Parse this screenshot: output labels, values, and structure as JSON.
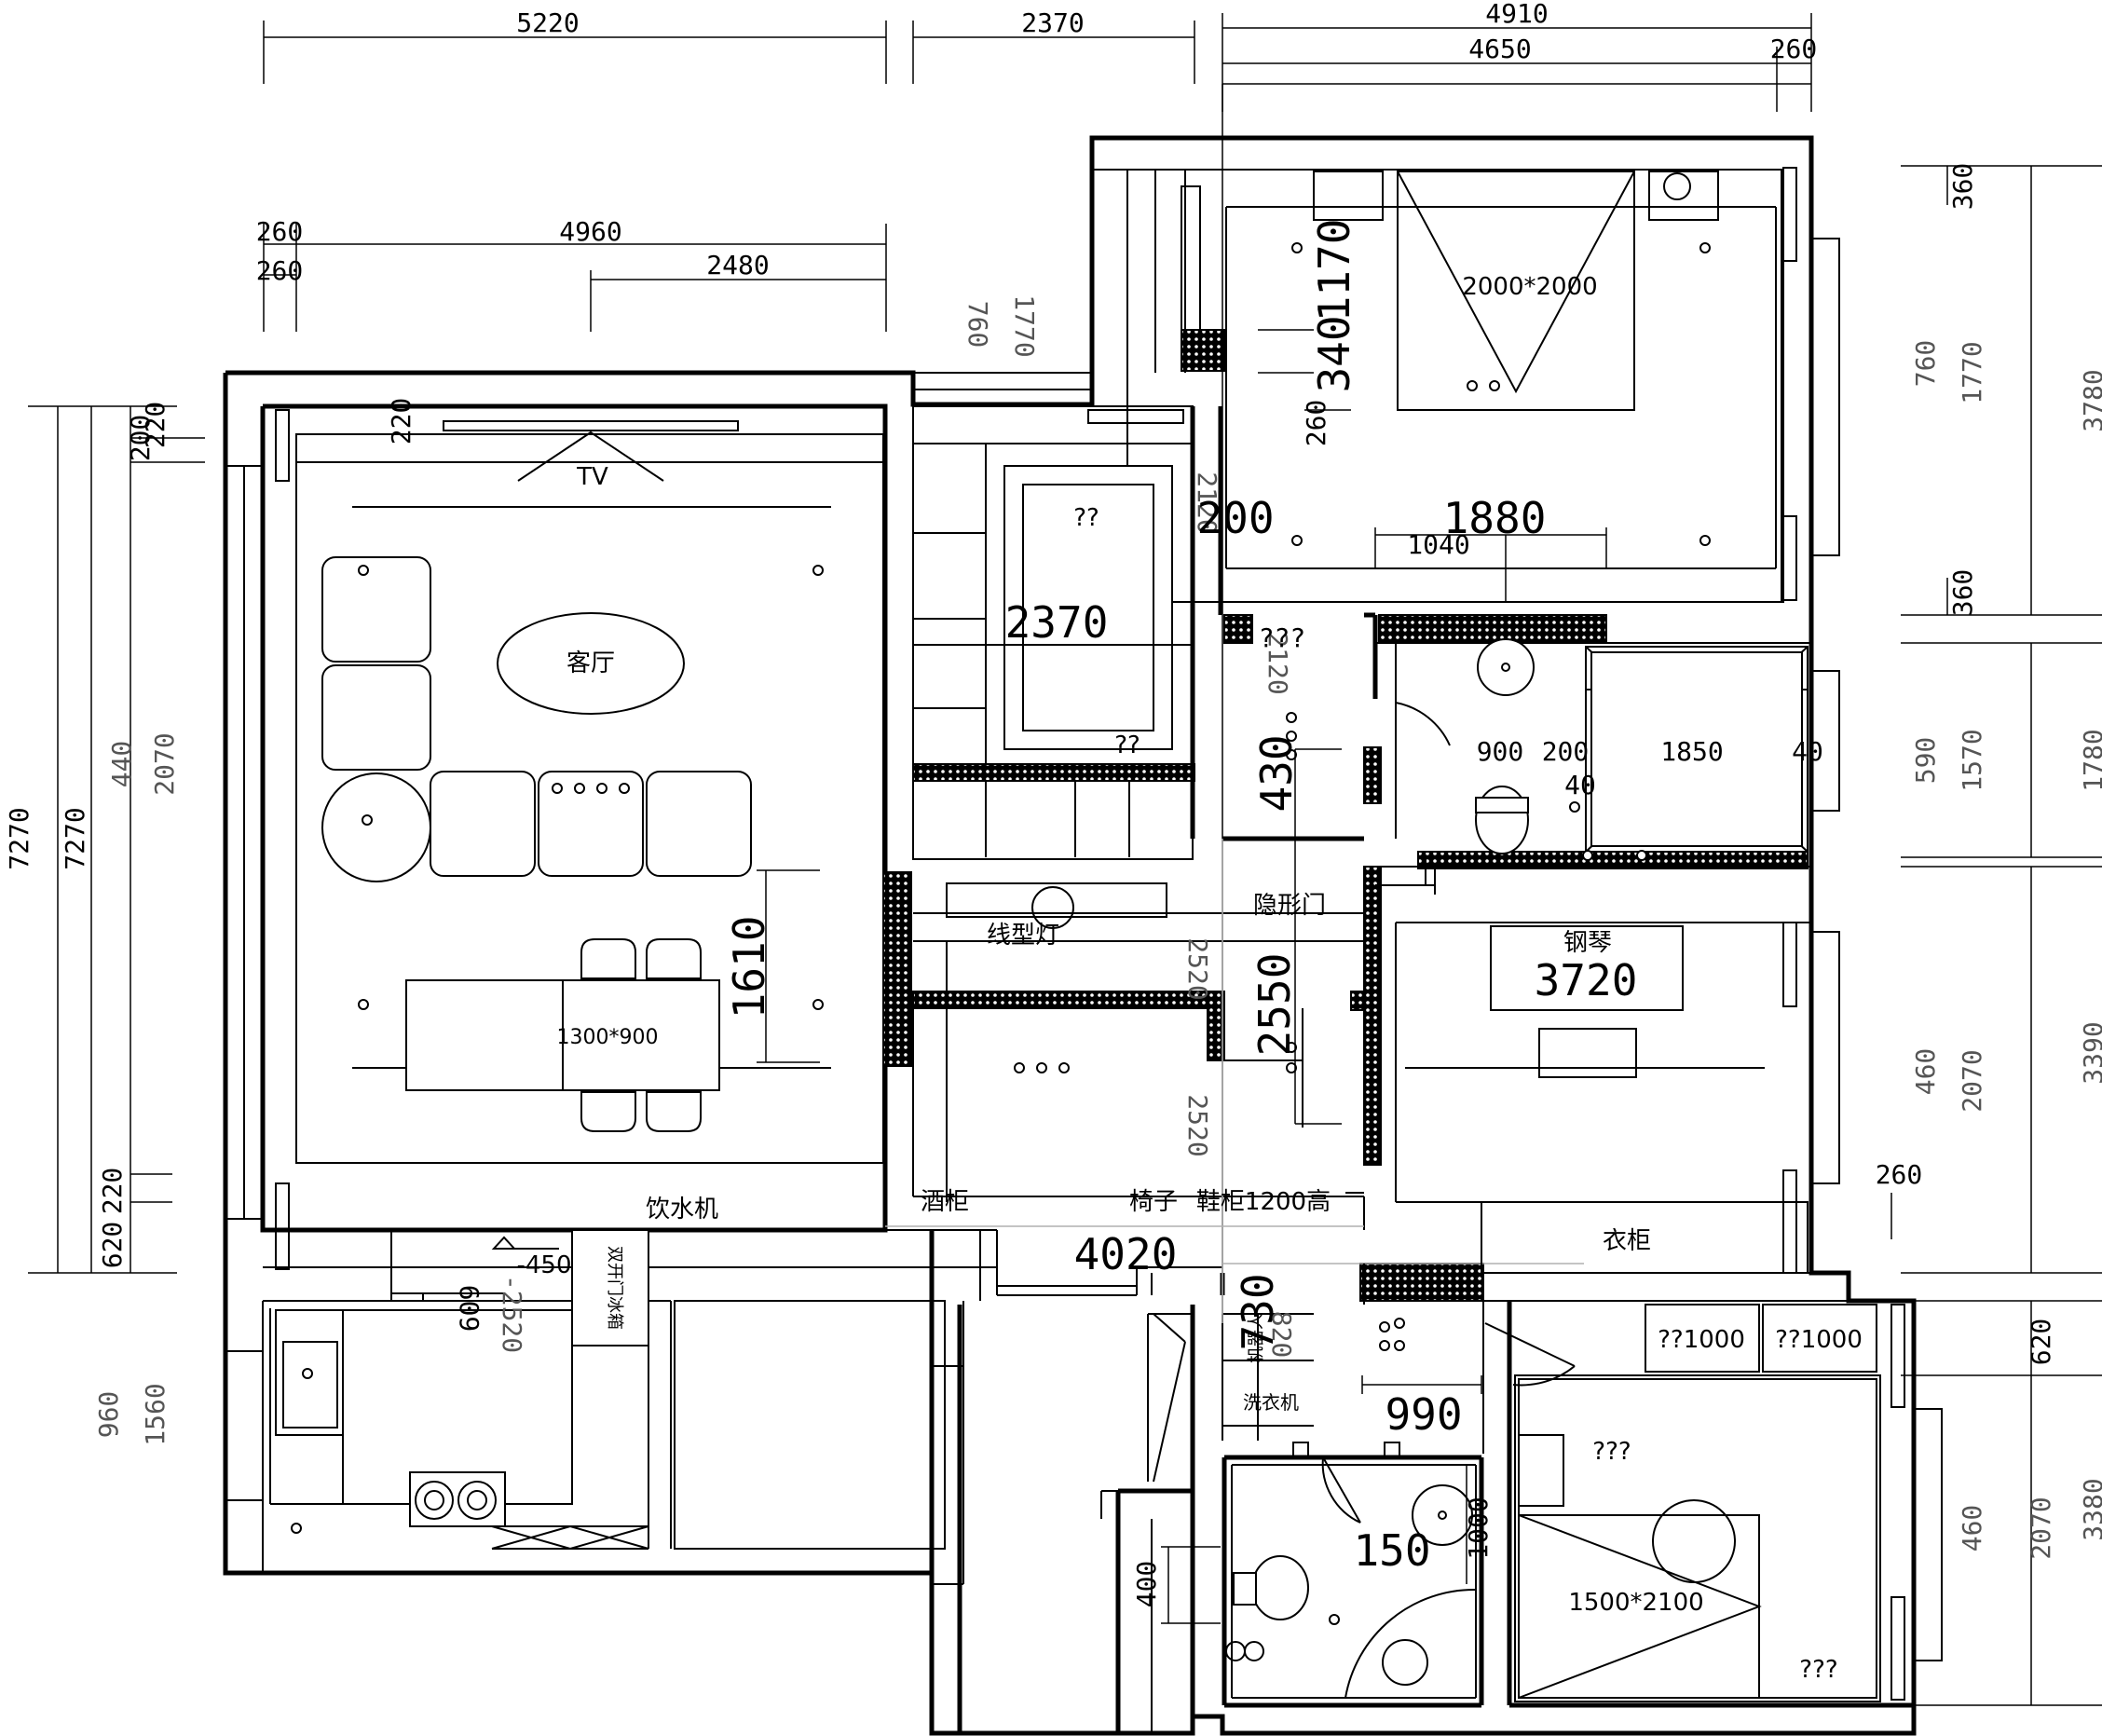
{
  "rooms": {
    "living": "客厅",
    "tv": "TV",
    "dining_table": "1300*900",
    "water_dispenser": "饮水机",
    "level_mark": "-450",
    "fridge": "双开门冰箱",
    "line_light": "线型灯",
    "hidden_door": "隐形门",
    "wine_cabinet": "酒柜",
    "chair": "椅子",
    "shoe_cabinet": "鞋柜1200高",
    "piano": "钢琴",
    "wardrobe": "衣柜",
    "washer": "洗衣机",
    "machine_room": "机器人",
    "master_bed": "2000*2000",
    "second_bed": "1500*2100",
    "unknown_a": "??",
    "unknown_b": "???",
    "unknown_c": "??1000",
    "dots3": "○○○",
    "qq": "??"
  },
  "dims": {
    "top_5220": "5220",
    "top_2370": "2370",
    "top_4910": "4910",
    "top_4650": "4650",
    "top_260": "260",
    "d260a": "260",
    "d260b": "260",
    "d4960": "4960",
    "d2480": "2480",
    "d760": "760",
    "d1770": "1770",
    "d1170": "1170",
    "d340": "340",
    "d260c": "260",
    "d200": "200",
    "d1880": "1880",
    "d1040": "1040",
    "d2120": "2120",
    "d2370": "2370",
    "d2120b": "2120",
    "d430": "430",
    "d900": "900",
    "d200b": "200",
    "d1850": "1850",
    "d40": "40",
    "d40b": "40",
    "d2520": "2520",
    "d2550": "2550",
    "d2520b": "2520",
    "d3720": "3720",
    "d1610": "1610",
    "d4020": "4020",
    "d730": "730",
    "d820": "820",
    "d990": "990",
    "d609": "609",
    "d2520c": "-2520",
    "d150": "150",
    "d1000": "1000",
    "d400": "400",
    "l7270a": "7270",
    "l7270b": "7270",
    "l2070": "2070",
    "l440": "440",
    "l200": "200",
    "l220": "220",
    "l220b": "220",
    "l620": "620",
    "l220c": "220",
    "l960": "960",
    "l1560": "1560",
    "r360": "360",
    "r760": "760",
    "r1770": "1770",
    "r3780": "3780",
    "r360b": "360",
    "r590": "590",
    "r1570": "1570",
    "r1780": "1780",
    "r460": "460",
    "r2070": "2070",
    "r3390": "3390",
    "r260": "260",
    "r620": "620",
    "r460b": "460",
    "r2070b": "2070",
    "r3380": "3380"
  }
}
